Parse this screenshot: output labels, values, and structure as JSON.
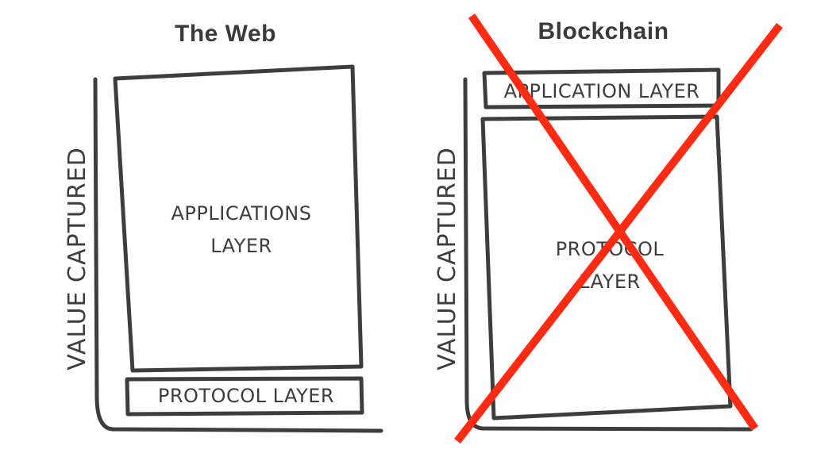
{
  "left_panel": {
    "title": "The Web",
    "axis_label": "VALUE CAPTURED",
    "top_box_label_line1": "APPLICATIONS",
    "top_box_label_line2": "LAYER",
    "bottom_box_label": "PROTOCOL LAYER"
  },
  "right_panel": {
    "title": "Blockchain",
    "axis_label": "VALUE CAPTURED",
    "top_box_label": "APPLICATION LAYER",
    "bottom_box_label_line1": "PROTOCOL",
    "bottom_box_label_line2": "LAYER",
    "crossed_out": true
  },
  "colors": {
    "ink": "#3d3d3d",
    "cross": "#ff2a12"
  }
}
